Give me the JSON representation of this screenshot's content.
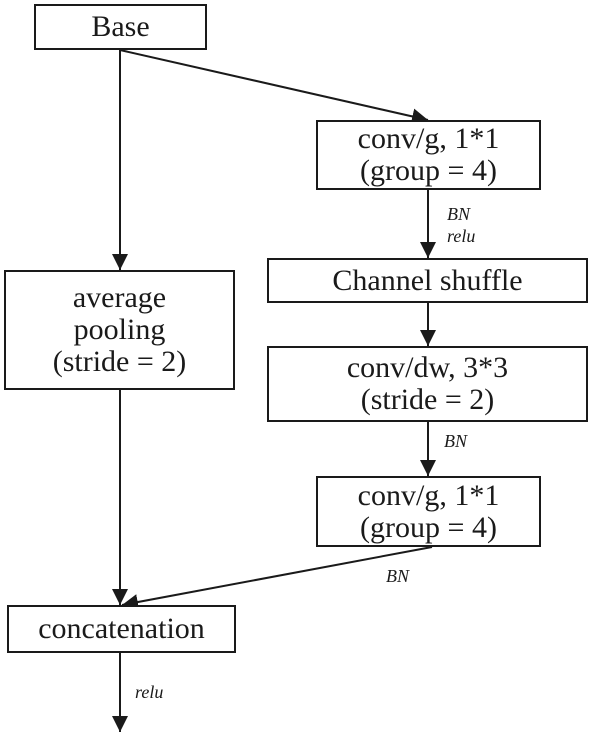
{
  "nodes": {
    "base": {
      "lines": [
        "Base"
      ]
    },
    "avg_pool": {
      "lines": [
        "average",
        "pooling",
        "(stride = 2)"
      ]
    },
    "concat": {
      "lines": [
        "concatenation"
      ]
    },
    "gconv1": {
      "lines": [
        "conv/g, 1*1",
        "(group = 4)"
      ]
    },
    "shuffle": {
      "lines": [
        "Channel shuffle"
      ]
    },
    "dwconv": {
      "lines": [
        "conv/dw, 3*3",
        "(stride = 2)"
      ]
    },
    "gconv2": {
      "lines": [
        "conv/g, 1*1",
        "(group = 4)"
      ]
    }
  },
  "edge_labels": {
    "gconv1_to_shuffle": [
      "BN",
      "relu"
    ],
    "dwconv_to_gconv2": [
      "BN"
    ],
    "gconv2_to_concat": [
      "BN"
    ],
    "concat_output": [
      "relu"
    ]
  },
  "edges": [
    {
      "from": "base",
      "to": "avg_pool"
    },
    {
      "from": "base",
      "to": "gconv1"
    },
    {
      "from": "gconv1",
      "to": "shuffle"
    },
    {
      "from": "shuffle",
      "to": "dwconv"
    },
    {
      "from": "dwconv",
      "to": "gconv2"
    },
    {
      "from": "gconv2",
      "to": "concat"
    },
    {
      "from": "avg_pool",
      "to": "concat"
    },
    {
      "from": "concat",
      "to": "output"
    }
  ]
}
